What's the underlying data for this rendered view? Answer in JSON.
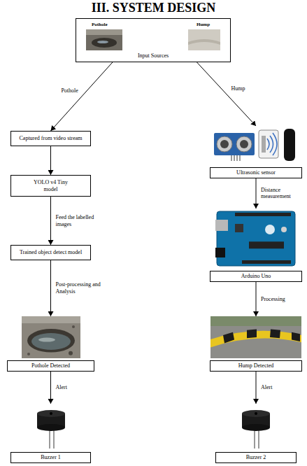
{
  "diagram": {
    "title": "III. SYSTEM DESIGN",
    "nodes": [
      {
        "text": [
          "Pothole",
          "Hump",
          "Input Sources"
        ]
      },
      {
        "text": [
          "Captured from video stream"
        ]
      },
      {
        "text": [
          "YOLO v4 Tiny model"
        ]
      },
      {
        "text": [
          "Trained object detect model"
        ]
      },
      {
        "text": [
          "Pothole Detected"
        ]
      },
      {
        "text": [
          "Buzzer 1"
        ]
      },
      {
        "text": [
          "Ultrasonic sensor"
        ]
      },
      {
        "text": [
          "Arduino Uno"
        ]
      },
      {
        "text": [
          "Hump Detected"
        ]
      },
      {
        "text": [
          "Buzzer 2"
        ]
      }
    ],
    "edges": [
      {
        "from": 0,
        "to": 1,
        "label": "Pothole",
        "arrow": "to"
      },
      {
        "from": 1,
        "to": 2,
        "arrow": "to"
      },
      {
        "from": 2,
        "to": 3,
        "label": "Feed the labelled images",
        "arrow": "to"
      },
      {
        "from": 3,
        "to": 4,
        "label": "Post-processing and Analysis",
        "arrow": "to"
      },
      {
        "from": 4,
        "to": 5,
        "label": "Alert",
        "arrow": "to"
      },
      {
        "from": 0,
        "to": 6,
        "label": "Hump",
        "arrow": "to"
      },
      {
        "from": 6,
        "to": 7,
        "label": "Distance measurement",
        "arrow": "to"
      },
      {
        "from": 7,
        "to": 8,
        "label": "Processing",
        "arrow": "to"
      },
      {
        "from": 8,
        "to": 9,
        "label": "Alert",
        "arrow": "to"
      }
    ]
  }
}
